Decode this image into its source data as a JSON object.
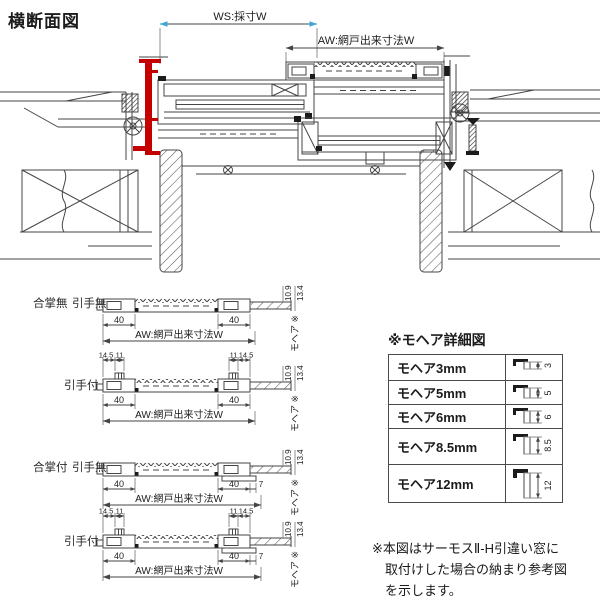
{
  "title": "横断面図",
  "colors": {
    "accent_red": "#c40000",
    "accent_blue": "#3aa9da",
    "line": "#454545"
  },
  "main": {
    "ws_dim": "WS:採寸W",
    "aw_dim": "AW:網戸出来寸法W"
  },
  "sections": [
    {
      "label_a": "合掌無",
      "label_b": "引手無",
      "dim_40_left": "40",
      "dim_40_right": "40",
      "dim_aw": "AW:網戸出来寸法W",
      "dim_thickness": "10.9",
      "dim_total": "13.4",
      "mohair_label": "モヘア ※"
    },
    {
      "label_b": "引手付",
      "dim_145_left": "14.5",
      "dim_11_left": "11",
      "dim_11_right": "11",
      "dim_145_right": "14.5",
      "dim_40_left": "40",
      "dim_40_right": "40",
      "dim_aw": "AW:網戸出来寸法W",
      "dim_thickness": "10.9",
      "dim_total": "13.4",
      "mohair_label": "モヘア ※"
    },
    {
      "label_a": "合掌付",
      "label_b": "引手無",
      "dim_40_left": "40",
      "dim_40_right": "40",
      "dim_7": "7",
      "dim_aw": "AW:網戸出来寸法W",
      "dim_thickness": "10.9",
      "dim_total": "13.4",
      "mohair_label": "モヘア ※"
    },
    {
      "label_b": "引手付",
      "dim_145_left": "14.5",
      "dim_11_left": "11",
      "dim_11_right": "11",
      "dim_145_right": "14.5",
      "dim_40_left": "40",
      "dim_40_right": "40",
      "dim_7": "7",
      "dim_aw": "AW:網戸出来寸法W",
      "dim_thickness": "10.9",
      "dim_total": "13.4",
      "mohair_label": "モヘア ※"
    }
  ],
  "mohair_table": {
    "title": "※モヘア詳細図",
    "rows": [
      {
        "label": "モヘア3mm",
        "dim": "3"
      },
      {
        "label": "モヘア5mm",
        "dim": "5"
      },
      {
        "label": "モヘア6mm",
        "dim": "6"
      },
      {
        "label": "モヘア8.5mm",
        "dim": "8.5"
      },
      {
        "label": "モヘア12mm",
        "dim": "12"
      }
    ]
  },
  "note": {
    "lines": [
      "※本図はサーモスⅡ-H引違い窓に",
      "取付けした場合の納まり参考図",
      "を示します。"
    ]
  }
}
